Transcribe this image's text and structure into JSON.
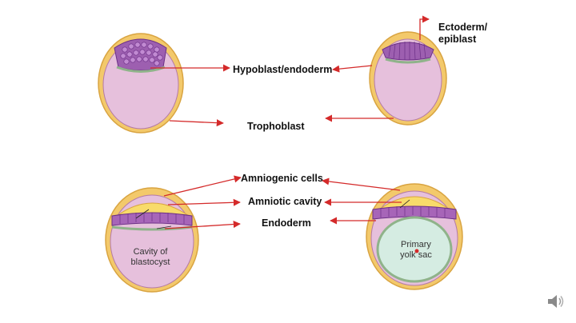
{
  "labels": {
    "ectoderm_line1": "Ectoderm/",
    "ectoderm_line2": "epiblast",
    "hypoblast": "Hypoblast/endoderm",
    "trophoblast": "Trophoblast",
    "amniogenic": "Amniogenic cells",
    "amniotic_cavity": "Amniotic cavity",
    "endoderm": "Endoderm",
    "cavity_line1": "Cavity of",
    "cavity_line2": "blastocyst",
    "yolk_line1": "Primary",
    "yolk_line2": "yolk sac"
  },
  "colors": {
    "cell_ring": "#f3c96b",
    "cell_border": "#d9a441",
    "cavity_fill": "#e6c0dc",
    "epiblast": "#9d5fb0",
    "epiblast_dark": "#6b2f86",
    "amnion_fill": "#f8db6a",
    "yolk_fill": "#d5ece2",
    "arrow": "#d42a2a"
  },
  "icons": {
    "audio": "speaker-icon"
  }
}
